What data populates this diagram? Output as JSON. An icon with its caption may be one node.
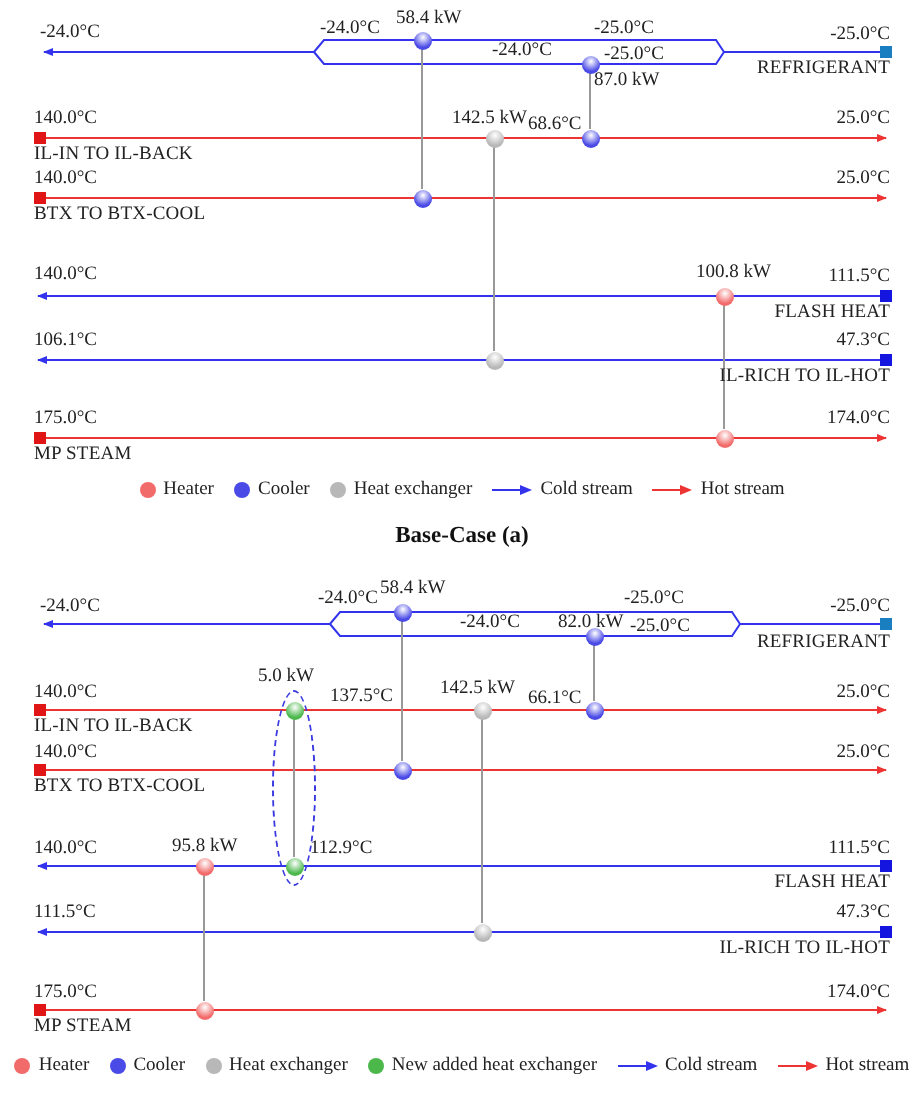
{
  "diagram": {
    "caption": "Base-Case (a)",
    "nodes": [
      {
        "text": [],
        "shape": "box"
      },
      {
        "text": [],
        "shape": "circle"
      },
      {
        "text": [],
        "shape": "circle"
      },
      {
        "text": [],
        "shape": "box"
      },
      {
        "text": [],
        "shape": "circle"
      },
      {
        "text": [],
        "shape": "circle"
      },
      {
        "text": [],
        "shape": "box"
      },
      {
        "text": [],
        "shape": "circle"
      },
      {
        "text": [],
        "shape": "box"
      },
      {
        "text": [],
        "shape": "circle"
      },
      {
        "text": [],
        "shape": "box"
      },
      {
        "text": [],
        "shape": "circle"
      },
      {
        "text": [],
        "shape": "box"
      },
      {
        "text": [],
        "shape": "circle"
      },
      {
        "text": [],
        "shape": "box"
      },
      {
        "text": [],
        "shape": "circle"
      },
      {
        "text": [],
        "shape": "circle"
      },
      {
        "text": [],
        "shape": "ellipse"
      },
      {
        "text": [],
        "shape": "box"
      },
      {
        "text": [],
        "shape": "circle",
        "in": 17
      },
      {
        "text": [],
        "shape": "circle"
      },
      {
        "text": [],
        "shape": "circle"
      },
      {
        "text": [],
        "shape": "box"
      },
      {
        "text": [],
        "shape": "circle"
      },
      {
        "text": [],
        "shape": "box"
      },
      {
        "text": [],
        "shape": "circle"
      },
      {
        "text": [],
        "shape": "circle",
        "in": 17
      },
      {
        "text": [],
        "shape": "box"
      },
      {
        "text": [],
        "shape": "circle"
      },
      {
        "text": [],
        "shape": "box"
      },
      {
        "text": [],
        "shape": "circle"
      },
      {
        "text": [
          "-24.0°C"
        ]
      },
      {
        "text": [
          "25.0°C"
        ]
      },
      {
        "text": [
          "25.0°C"
        ]
      },
      {
        "text": [
          "140.0°C"
        ]
      },
      {
        "text": [
          "106.1°C"
        ]
      },
      {
        "text": [
          "174.0°C"
        ]
      },
      {
        "text": [
          "-24.0°C"
        ]
      },
      {
        "text": [
          "25.0°C"
        ]
      },
      {
        "text": [
          "25.0°C"
        ]
      },
      {
        "text": [
          "140.0°C"
        ]
      },
      {
        "text": [
          "111.5°C"
        ]
      },
      {
        "text": [
          "174.0°C"
        ]
      }
    ],
    "edges": [
      {
        "from": 0,
        "to": 31,
        "arrow": "to",
        "label": "REFRIGERANT",
        "color": "#3333ee"
      },
      {
        "from": 3,
        "to": 32,
        "arrow": "to",
        "label": "IL-IN TO IL-BACK",
        "color": "#ee3333"
      },
      {
        "from": 6,
        "to": 33,
        "arrow": "to",
        "label": "BTX TO BTX-COOL",
        "color": "#ee3333"
      },
      {
        "from": 8,
        "to": 34,
        "arrow": "to",
        "label": "FLASH HEAT",
        "color": "#3333ee"
      },
      {
        "from": 10,
        "to": 35,
        "arrow": "to",
        "label": "IL-RICH TO IL-HOT",
        "color": "#3333ee"
      },
      {
        "from": 12,
        "to": 36,
        "arrow": "to",
        "label": "MP STEAM",
        "color": "#ee3333"
      },
      {
        "from": 14,
        "to": 37,
        "arrow": "to",
        "label": "REFRIGERANT",
        "color": "#3333ee"
      },
      {
        "from": 18,
        "to": 38,
        "arrow": "to",
        "label": "IL-IN TO IL-BACK",
        "color": "#ee3333"
      },
      {
        "from": 22,
        "to": 39,
        "arrow": "to",
        "label": "BTX TO BTX-COOL",
        "color": "#ee3333"
      },
      {
        "from": 24,
        "to": 40,
        "arrow": "to",
        "label": "FLASH HEAT",
        "color": "#3333ee"
      },
      {
        "from": 27,
        "to": 41,
        "arrow": "to",
        "label": "IL-RICH TO IL-HOT",
        "color": "#3333ee"
      },
      {
        "from": 29,
        "to": 42,
        "arrow": "to",
        "label": "MP STEAM",
        "color": "#ee3333"
      },
      {
        "from": 1,
        "to": 7,
        "arrow": "none",
        "color": "#999999"
      },
      {
        "from": 2,
        "to": 5,
        "arrow": "none",
        "color": "#999999"
      },
      {
        "from": 4,
        "to": 11,
        "arrow": "none",
        "color": "#999999"
      },
      {
        "from": 9,
        "to": 13,
        "arrow": "none",
        "color": "#999999"
      },
      {
        "from": 15,
        "to": 23,
        "arrow": "none",
        "color": "#999999"
      },
      {
        "from": 16,
        "to": 21,
        "arrow": "none",
        "color": "#999999"
      },
      {
        "from": 19,
        "to": 26,
        "arrow": "none",
        "color": "#999999"
      },
      {
        "from": 20,
        "to": 28,
        "arrow": "none",
        "color": "#999999"
      },
      {
        "from": 25,
        "to": 30,
        "arrow": "none",
        "color": "#999999"
      }
    ],
    "labels": [
      "-24.0°C",
      "58.4 kW",
      "-25.0°C",
      "-25.0°C",
      "-24.0°C",
      "-25.0°C",
      "87.0 kW",
      "140.0°C",
      "142.5 kW",
      "68.6°C",
      "140.0°C",
      "100.8 kW",
      "111.5°C",
      "47.3°C",
      "175.0°C",
      "-24.0°C",
      "58.4 kW",
      "-25.0°C",
      "-25.0°C",
      "-24.0°C",
      "82.0 kW",
      "-25.0°C",
      "5.0 kW",
      "140.0°C",
      "137.5°C",
      "142.5 kW",
      "66.1°C",
      "140.0°C",
      "95.8 kW",
      "112.9°C",
      "111.5°C",
      "47.3°C",
      "175.0°C"
    ],
    "legend": [
      {
        "text": "Heater",
        "color": "#f26b6b"
      },
      {
        "text": "Cooler",
        "color": "#4a4ae6"
      },
      {
        "text": "Heat exchanger",
        "color": "#b8b8b8"
      },
      {
        "text": "Cold stream"
      },
      {
        "text": "Hot stream"
      },
      {
        "text": "Heater",
        "color": "#f26b6b"
      },
      {
        "text": "Cooler",
        "color": "#4a4ae6"
      },
      {
        "text": "Heat exchanger",
        "color": "#b8b8b8"
      },
      {
        "text": "New added heat exchanger",
        "color": "#4cb84c"
      },
      {
        "text": "Cold stream"
      },
      {
        "text": "Hot stream"
      }
    ]
  }
}
